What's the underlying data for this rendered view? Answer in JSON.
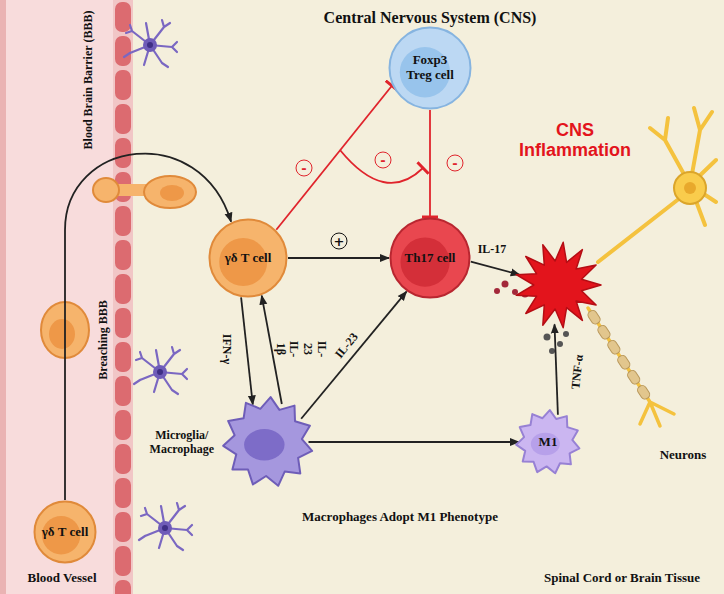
{
  "diagram": {
    "title": "Central Nervous System (CNS)",
    "nodes": [
      {
        "text": [
          "γδ T cell"
        ]
      },
      {
        "text": [
          "γδ T cell"
        ]
      },
      {
        "text": [
          "Foxp3 Treg cell"
        ]
      },
      {
        "text": [
          "Th17 cell"
        ]
      },
      {
        "text": [
          "Microglia/ Macrophage"
        ]
      },
      {
        "text": [
          "M1"
        ]
      },
      {
        "text": [
          "CNS Inflammation"
        ]
      }
    ],
    "edges": [
      {
        "from": 0,
        "to": 1,
        "arrow": "to"
      },
      {
        "from": 1,
        "to": 3,
        "label": "+",
        "arrow": "to"
      },
      {
        "from": 1,
        "to": 2,
        "label": "-",
        "arrow": "to"
      },
      {
        "from": 2,
        "to": 3,
        "label": "-",
        "arrow": "to"
      },
      {
        "from": 1,
        "to": 4,
        "label": "IFN-γ",
        "arrow": "to"
      },
      {
        "from": 4,
        "to": 1,
        "label": "IL-23 IL-1β",
        "arrow": "to"
      },
      {
        "from": 4,
        "to": 3,
        "label": "IL-23",
        "arrow": "to"
      },
      {
        "from": 4,
        "to": 5,
        "arrow": "to"
      },
      {
        "from": 3,
        "to": 6,
        "label": "IL-17",
        "arrow": "to"
      },
      {
        "from": 5,
        "to": 6,
        "label": "TNF-α",
        "arrow": "to"
      }
    ],
    "labels": [
      "Blood Brain Barrier (BBB)",
      "Breaching BBB",
      "-",
      "Macrophages Adopt M1 Phenotype",
      "Neurons",
      "Blood Vessel",
      "Spinal Cord or Brain Tissue"
    ]
  }
}
